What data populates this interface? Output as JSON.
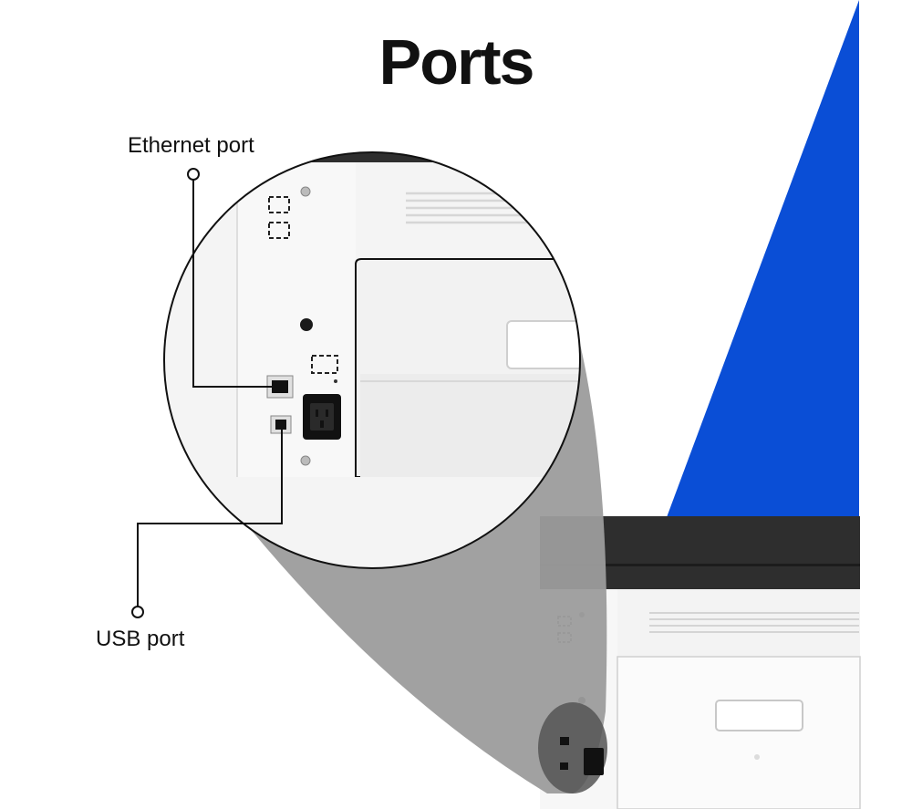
{
  "title": "Ports",
  "callouts": {
    "ethernet": "Ethernet port",
    "usb": "USB port"
  },
  "colors": {
    "accent": "#0a4ed6",
    "printer_top": "#2e2e2e",
    "printer_body": "#f3f3f3",
    "magnifier_shadow": "#9c9c9c"
  }
}
